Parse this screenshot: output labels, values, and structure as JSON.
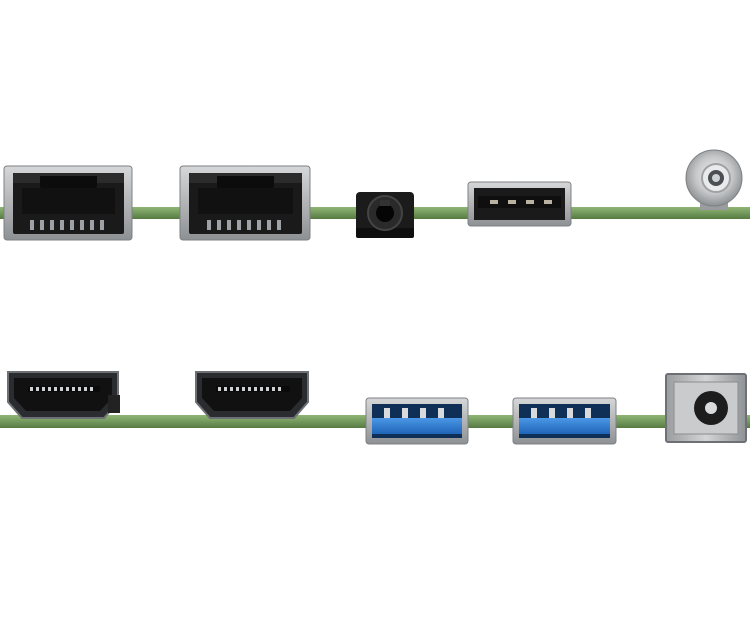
{
  "scene": {
    "description_free": true,
    "background_color": "#ffffff",
    "pcb_color": "#7ba262",
    "pcb_edge_color": "#5b8046",
    "rows": [
      {
        "row": "top",
        "ports": [
          {
            "kind": "rj45-ethernet",
            "icon": "rj45-port-icon"
          },
          {
            "kind": "rj45-ethernet",
            "icon": "rj45-port-icon"
          },
          {
            "kind": "audio-jack",
            "icon": "audio-jack-icon"
          },
          {
            "kind": "usb-2-type-a",
            "icon": "usb-port-icon"
          },
          {
            "kind": "power-button",
            "icon": "power-button-icon"
          }
        ]
      },
      {
        "row": "bottom",
        "ports": [
          {
            "kind": "hdmi",
            "icon": "hdmi-port-icon"
          },
          {
            "kind": "hdmi",
            "icon": "hdmi-port-icon"
          },
          {
            "kind": "usb-3-type-a",
            "icon": "usb3-port-icon"
          },
          {
            "kind": "usb-3-type-a",
            "icon": "usb3-port-icon"
          },
          {
            "kind": "dc-power-jack",
            "icon": "dc-jack-icon"
          }
        ]
      }
    ],
    "colors": {
      "metal_shell": "#b9bbbd",
      "metal_dark": "#6f7275",
      "port_black": "#141414",
      "usb3_blue": "#2f7fd6",
      "hdmi_dark": "#262626"
    }
  }
}
